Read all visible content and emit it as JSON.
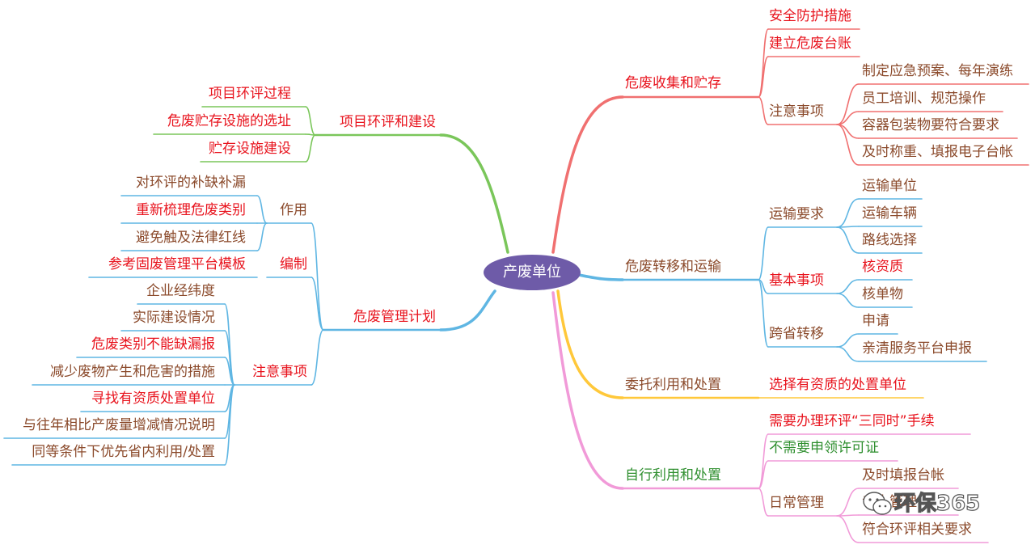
{
  "center": "产废单位",
  "colors": {
    "red": "#f07070",
    "green": "#7ac65a",
    "blue": "#5fb6e3",
    "yellow": "#ffc83a",
    "pink": "#f19ad8",
    "center_fill": "#6e5ba8"
  },
  "right": {
    "collect": {
      "label": "危废收集和贮存",
      "items": [
        "安全防护措施",
        "建立危废台账"
      ],
      "notes": {
        "label": "注意事项",
        "items": [
          "制定应急预案、每年演练",
          "员工培训、规范操作",
          "容器包装物要符合要求",
          "及时称重、填报电子台帐"
        ]
      }
    },
    "transfer": {
      "label": "危废转移和运输",
      "transport_req": {
        "label": "运输要求",
        "items": [
          "运输单位",
          "运输车辆",
          "路线选择"
        ]
      },
      "basics": {
        "label": "基本事项",
        "items": [
          "核资质",
          "核单物"
        ]
      },
      "cross": {
        "label": "跨省转移",
        "items": [
          "申请",
          "亲清服务平台申报"
        ]
      }
    },
    "entrust": {
      "label": "委托利用和处置",
      "item": "选择有资质的处置单位"
    },
    "self": {
      "label": "自行利用和处置",
      "items": [
        "需要办理环评“三同时”手续",
        "不需要申领许可证"
      ],
      "daily": {
        "label": "日常管理",
        "items": [
          "及时填报台帐",
          "专人管理",
          "符合环评相关要求"
        ]
      }
    }
  },
  "left": {
    "eia": {
      "label": "项目环评和建设",
      "items": [
        "项目环评过程",
        "危废贮存设施的选址",
        "贮存设施建设"
      ]
    },
    "plan": {
      "label": "危废管理计划",
      "role": {
        "label": "作用",
        "items": [
          "对环评的补缺补漏",
          "重新梳理危废类别",
          "避免触及法律红线"
        ]
      },
      "compile": {
        "label": "编制",
        "items": [
          "参考固废管理平台模板"
        ]
      },
      "notes": {
        "label": "注意事项",
        "items": [
          "企业经纬度",
          "实际建设情况",
          "危废类别不能缺漏报",
          "减少废物产生和危害的措施",
          "寻找有资质处置单位",
          "与往年相比产废量增减情况说明",
          "同等条件下优先省内利用/处置"
        ]
      }
    }
  },
  "watermark": {
    "text": "环保365",
    "icon": "wechat-icon"
  }
}
